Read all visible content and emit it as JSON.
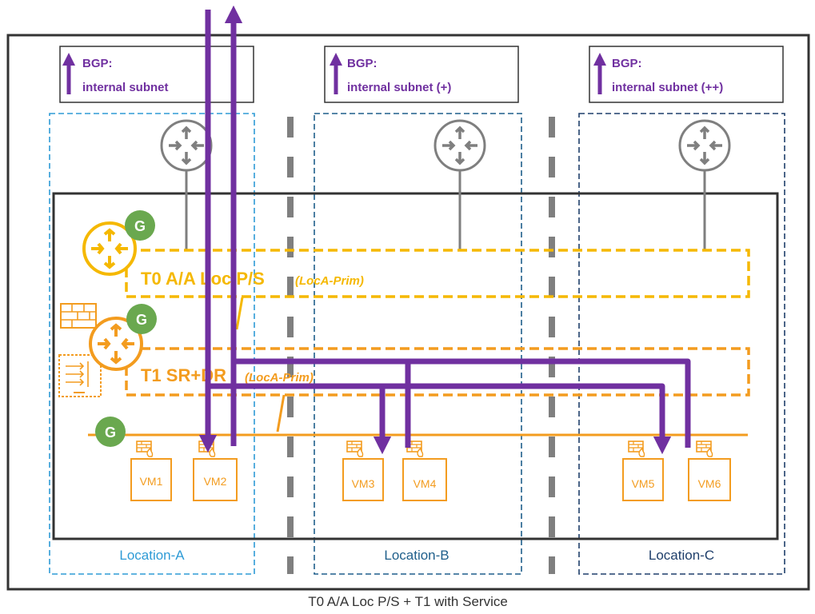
{
  "bgp": [
    {
      "line1": "BGP:",
      "line2": "internal subnet"
    },
    {
      "line1": "BGP:",
      "line2": "internal subnet (+)"
    },
    {
      "line1": "BGP:",
      "line2": "internal subnet (++)"
    }
  ],
  "locations": [
    "Location-A",
    "Location-B",
    "Location-C"
  ],
  "tiers": {
    "t0": {
      "name": "T0 A/A Loc P/S",
      "mode": "(LocA-Prim)"
    },
    "t1": {
      "name": "T1 SR+DR",
      "mode": "(LocA-Prim)"
    }
  },
  "badges": {
    "gateway": "G"
  },
  "vms": [
    "VM1",
    "VM2",
    "VM3",
    "VM4",
    "VM5",
    "VM6"
  ],
  "caption": "T0 A/A Loc P/S + T1 with Service",
  "colors": {
    "purple": "#7030a0",
    "t0_yellow": "#f5b800",
    "t1_orange": "#f39c1f",
    "router_grey": "#7f7f7f",
    "badge_green": "#6aa84f",
    "location_a": "#2e9bd6",
    "location_b": "#1f5f8b",
    "location_c": "#1f3f6b"
  },
  "icons": [
    "router-icon",
    "gateway-badge-icon",
    "firewall-icon",
    "nat-icon",
    "vm-firewall-icon"
  ]
}
